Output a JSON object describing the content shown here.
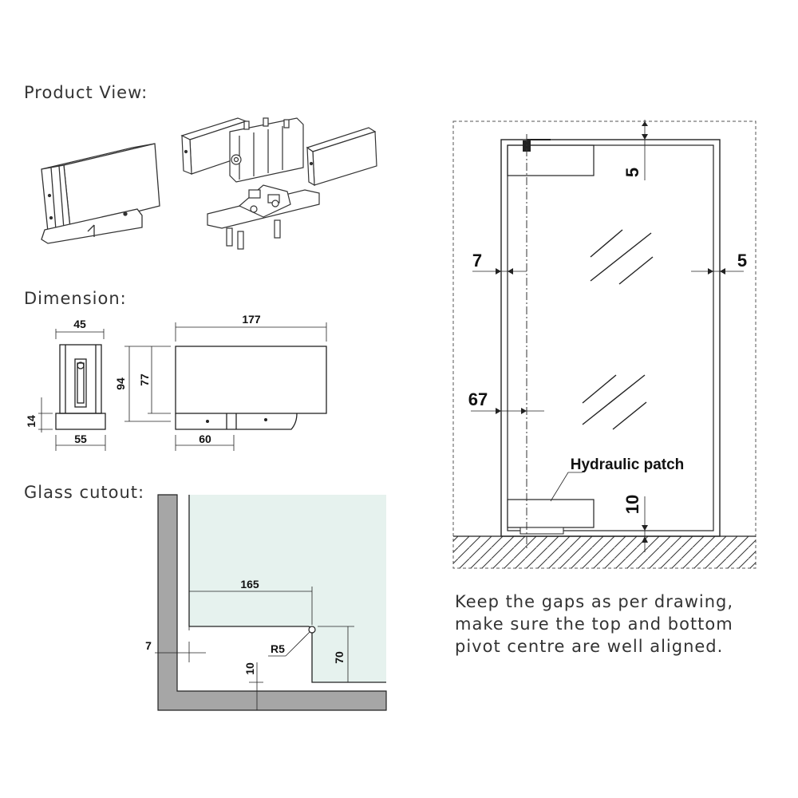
{
  "sections": {
    "product_view": "Product View:",
    "dimension": "Dimension:",
    "glass_cutout": "Glass cutout:"
  },
  "dimension_labels": {
    "width_45": "45",
    "width_55": "55",
    "height_14": "14",
    "length_177": "177",
    "height_94": "94",
    "height_77": "77",
    "length_60": "60"
  },
  "cutout_labels": {
    "length_165": "165",
    "gap_7": "7",
    "radius": "R5",
    "gap_10": "10",
    "height_70": "70"
  },
  "door_labels": {
    "top_gap": "5",
    "left_gap": "7",
    "right_gap": "5",
    "pivot_offset": "67",
    "patch": "Hydraulic patch",
    "bottom_gap": "10"
  },
  "note": [
    "Keep the gaps as per drawing,",
    "make sure the top and bottom",
    "pivot centre are well aligned."
  ],
  "colors": {
    "glass": "#e6f2ee",
    "wall": "#a6a6a6",
    "line": "#1a1a1a"
  }
}
